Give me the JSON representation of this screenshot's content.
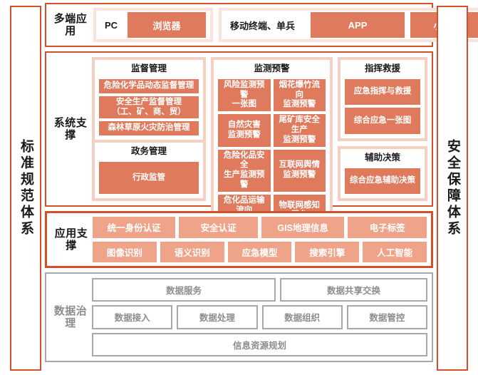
{
  "left_bar": {
    "label": "标准规范体系"
  },
  "right_bar": {
    "label": "安全保障体系"
  },
  "colors": {
    "frame_orange": "#D2502A",
    "tile_salmon": "#DF7A5C",
    "tile_light_salmon": "#EFA48A",
    "wrap_pink": "#F6CFC3",
    "wrap_pale_pink": "#FBE3DC",
    "gray_border": "#A8A8A8",
    "gray_text": "#8D8D8D"
  },
  "multi_terminal": {
    "label": "多端应用",
    "groups": [
      {
        "plain": "PC",
        "chips": [
          "浏览器"
        ]
      },
      {
        "plain": "移动终端、单兵",
        "chips": [
          "APP",
          "小程序"
        ]
      }
    ]
  },
  "system_support": {
    "label": "系统支撑",
    "columns": [
      {
        "cards": [
          {
            "title": "监督管理",
            "tiles": [
              "危险化学品动态监督管理",
              "安全生产监督管理\n（工、矿、商、贸）",
              "森林草原火灾防治管理"
            ]
          },
          {
            "title": "政务管理",
            "tiles": [
              "行政监管"
            ]
          }
        ]
      },
      {
        "cards": [
          {
            "title": "监测预警",
            "tiles": [
              "风险监测预警\n一张图",
              "烟花爆竹流向\n监测预警",
              "自然灾害\n监测预警",
              "尾矿库安全生产\n监测预警",
              "危险化品安全\n生产监测预警",
              "互联网舆情\n监测预警",
              "危化品运输流向\n监测预警",
              "物联网感知\n平台"
            ]
          }
        ]
      },
      {
        "cards": [
          {
            "title": "指挥救援",
            "tiles": [
              "应急指挥与救援",
              "综合应急一张图"
            ]
          },
          {
            "title": "辅助决策",
            "tiles": [
              "综合应急辅助决策"
            ]
          }
        ]
      }
    ]
  },
  "application_support": {
    "label": "应用支撑",
    "rows": [
      [
        "统一身份认证",
        "安全认证",
        "GIS地理信息",
        "电子标签"
      ],
      [
        "图像识别",
        "语义识别",
        "应急模型",
        "搜索引擎",
        "人工智能"
      ]
    ]
  },
  "data_governance": {
    "label": "数据治理",
    "rows": [
      [
        "数据服务",
        "数据共享交换"
      ],
      [
        "数据接入",
        "数据处理",
        "数据组织",
        "数据管控"
      ],
      [
        "信息资源规划"
      ]
    ]
  }
}
